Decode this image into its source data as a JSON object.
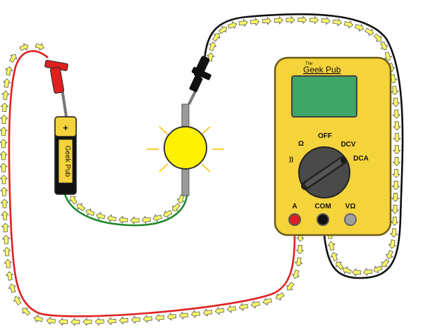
{
  "colors": {
    "meter_body": "#f5d33b",
    "meter_outline": "#6b5a16",
    "display": "#3fa66a",
    "knob": "#4a4a4a",
    "red_wire": "#e02020",
    "black_wire": "#111111",
    "green_wire": "#1f8a2a",
    "bulb": "#fff200",
    "arrow_fill": "#ffff66",
    "arrow_stroke": "#555555",
    "battery": "#f5d33b"
  },
  "meter": {
    "brand_small": "The",
    "brand": "Geek Pub",
    "dial": {
      "off": "OFF",
      "ohm": "Ω",
      "dcv": "DCV",
      "dca": "DCA",
      "sound": "))"
    },
    "jacks": {
      "a": "A",
      "com": "COM",
      "vohm": "VΩ"
    }
  },
  "battery": {
    "terminal": "+",
    "brand": "Geek Pub"
  }
}
